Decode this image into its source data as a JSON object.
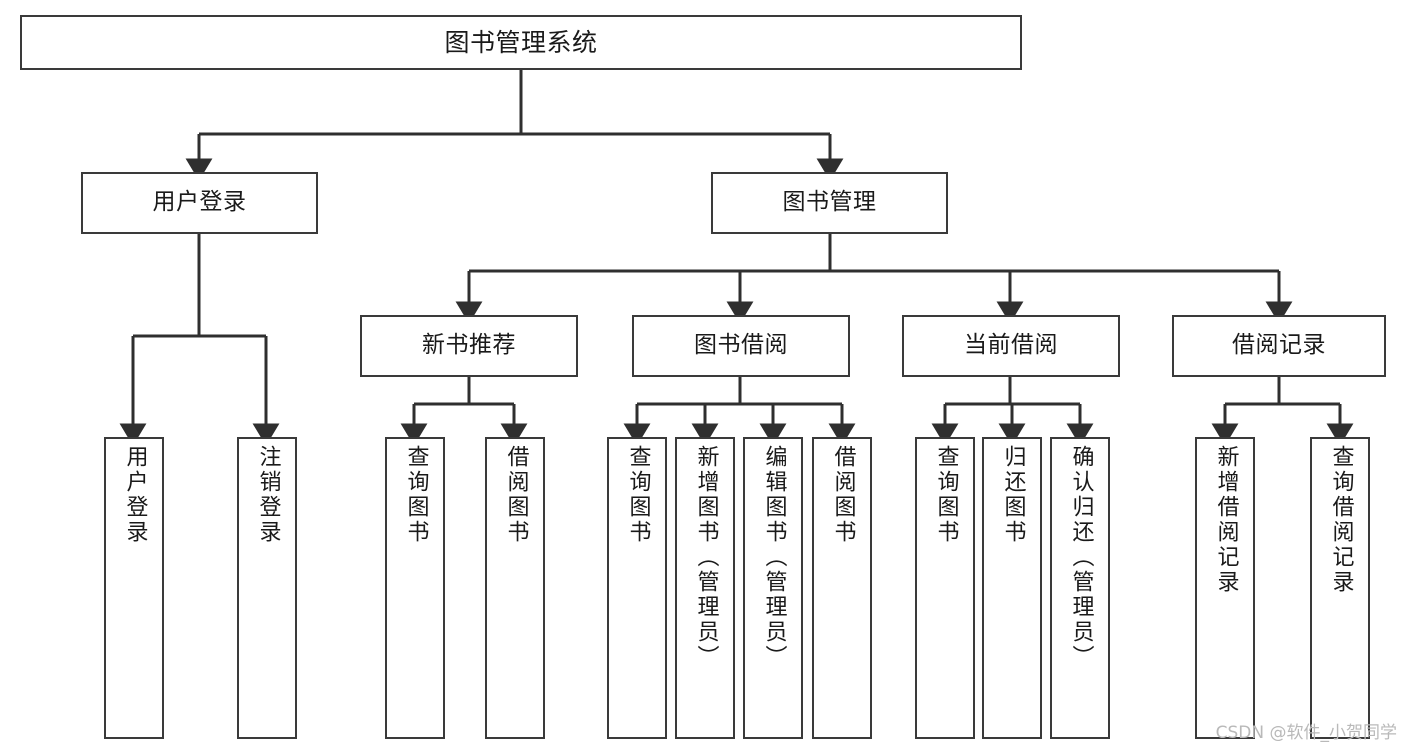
{
  "diagram": {
    "title": "图书管理系统",
    "type": "hierarchy-tree",
    "orientation": "top-down",
    "colors": {
      "background": "#ffffff",
      "box_border": "#3a3a3a",
      "box_fill": "#ffffff",
      "connector": "#2f2f2f",
      "text": "#1a1a1a",
      "watermark": "#b9b9b9"
    },
    "root": {
      "label": "图书管理系统"
    },
    "level1": [
      {
        "id": "user-login",
        "label": "用户登录"
      },
      {
        "id": "book-management",
        "label": "图书管理"
      }
    ],
    "level2": [
      {
        "id": "new-book-recommend",
        "label": "新书推荐",
        "parent": "book-management"
      },
      {
        "id": "book-borrow",
        "label": "图书借阅",
        "parent": "book-management"
      },
      {
        "id": "current-borrow",
        "label": "当前借阅",
        "parent": "book-management"
      },
      {
        "id": "borrow-record",
        "label": "借阅记录",
        "parent": "book-management"
      }
    ],
    "leaves": [
      {
        "id": "leaf-user-login",
        "label": "用户登录",
        "parent": "user-login"
      },
      {
        "id": "leaf-logout",
        "label": "注销登录",
        "parent": "user-login"
      },
      {
        "id": "leaf-query-book-1",
        "label": "查询图书",
        "parent": "new-book-recommend"
      },
      {
        "id": "leaf-borrow-book-1",
        "label": "借阅图书",
        "parent": "new-book-recommend"
      },
      {
        "id": "leaf-query-book-2",
        "label": "查询图书",
        "parent": "book-borrow"
      },
      {
        "id": "leaf-add-book",
        "label": "新增图书（管理员）",
        "parent": "book-borrow"
      },
      {
        "id": "leaf-edit-book",
        "label": "编辑图书（管理员）",
        "parent": "book-borrow"
      },
      {
        "id": "leaf-borrow-book-2",
        "label": "借阅图书",
        "parent": "book-borrow"
      },
      {
        "id": "leaf-query-book-3",
        "label": "查询图书",
        "parent": "current-borrow"
      },
      {
        "id": "leaf-return-book",
        "label": "归还图书",
        "parent": "current-borrow"
      },
      {
        "id": "leaf-confirm-return",
        "label": "确认归还（管理员）",
        "parent": "current-borrow"
      },
      {
        "id": "leaf-add-record",
        "label": "新增借阅记录",
        "parent": "borrow-record"
      },
      {
        "id": "leaf-query-record",
        "label": "查询借阅记录",
        "parent": "borrow-record"
      }
    ],
    "watermark": "CSDN @软件_小贺同学"
  }
}
